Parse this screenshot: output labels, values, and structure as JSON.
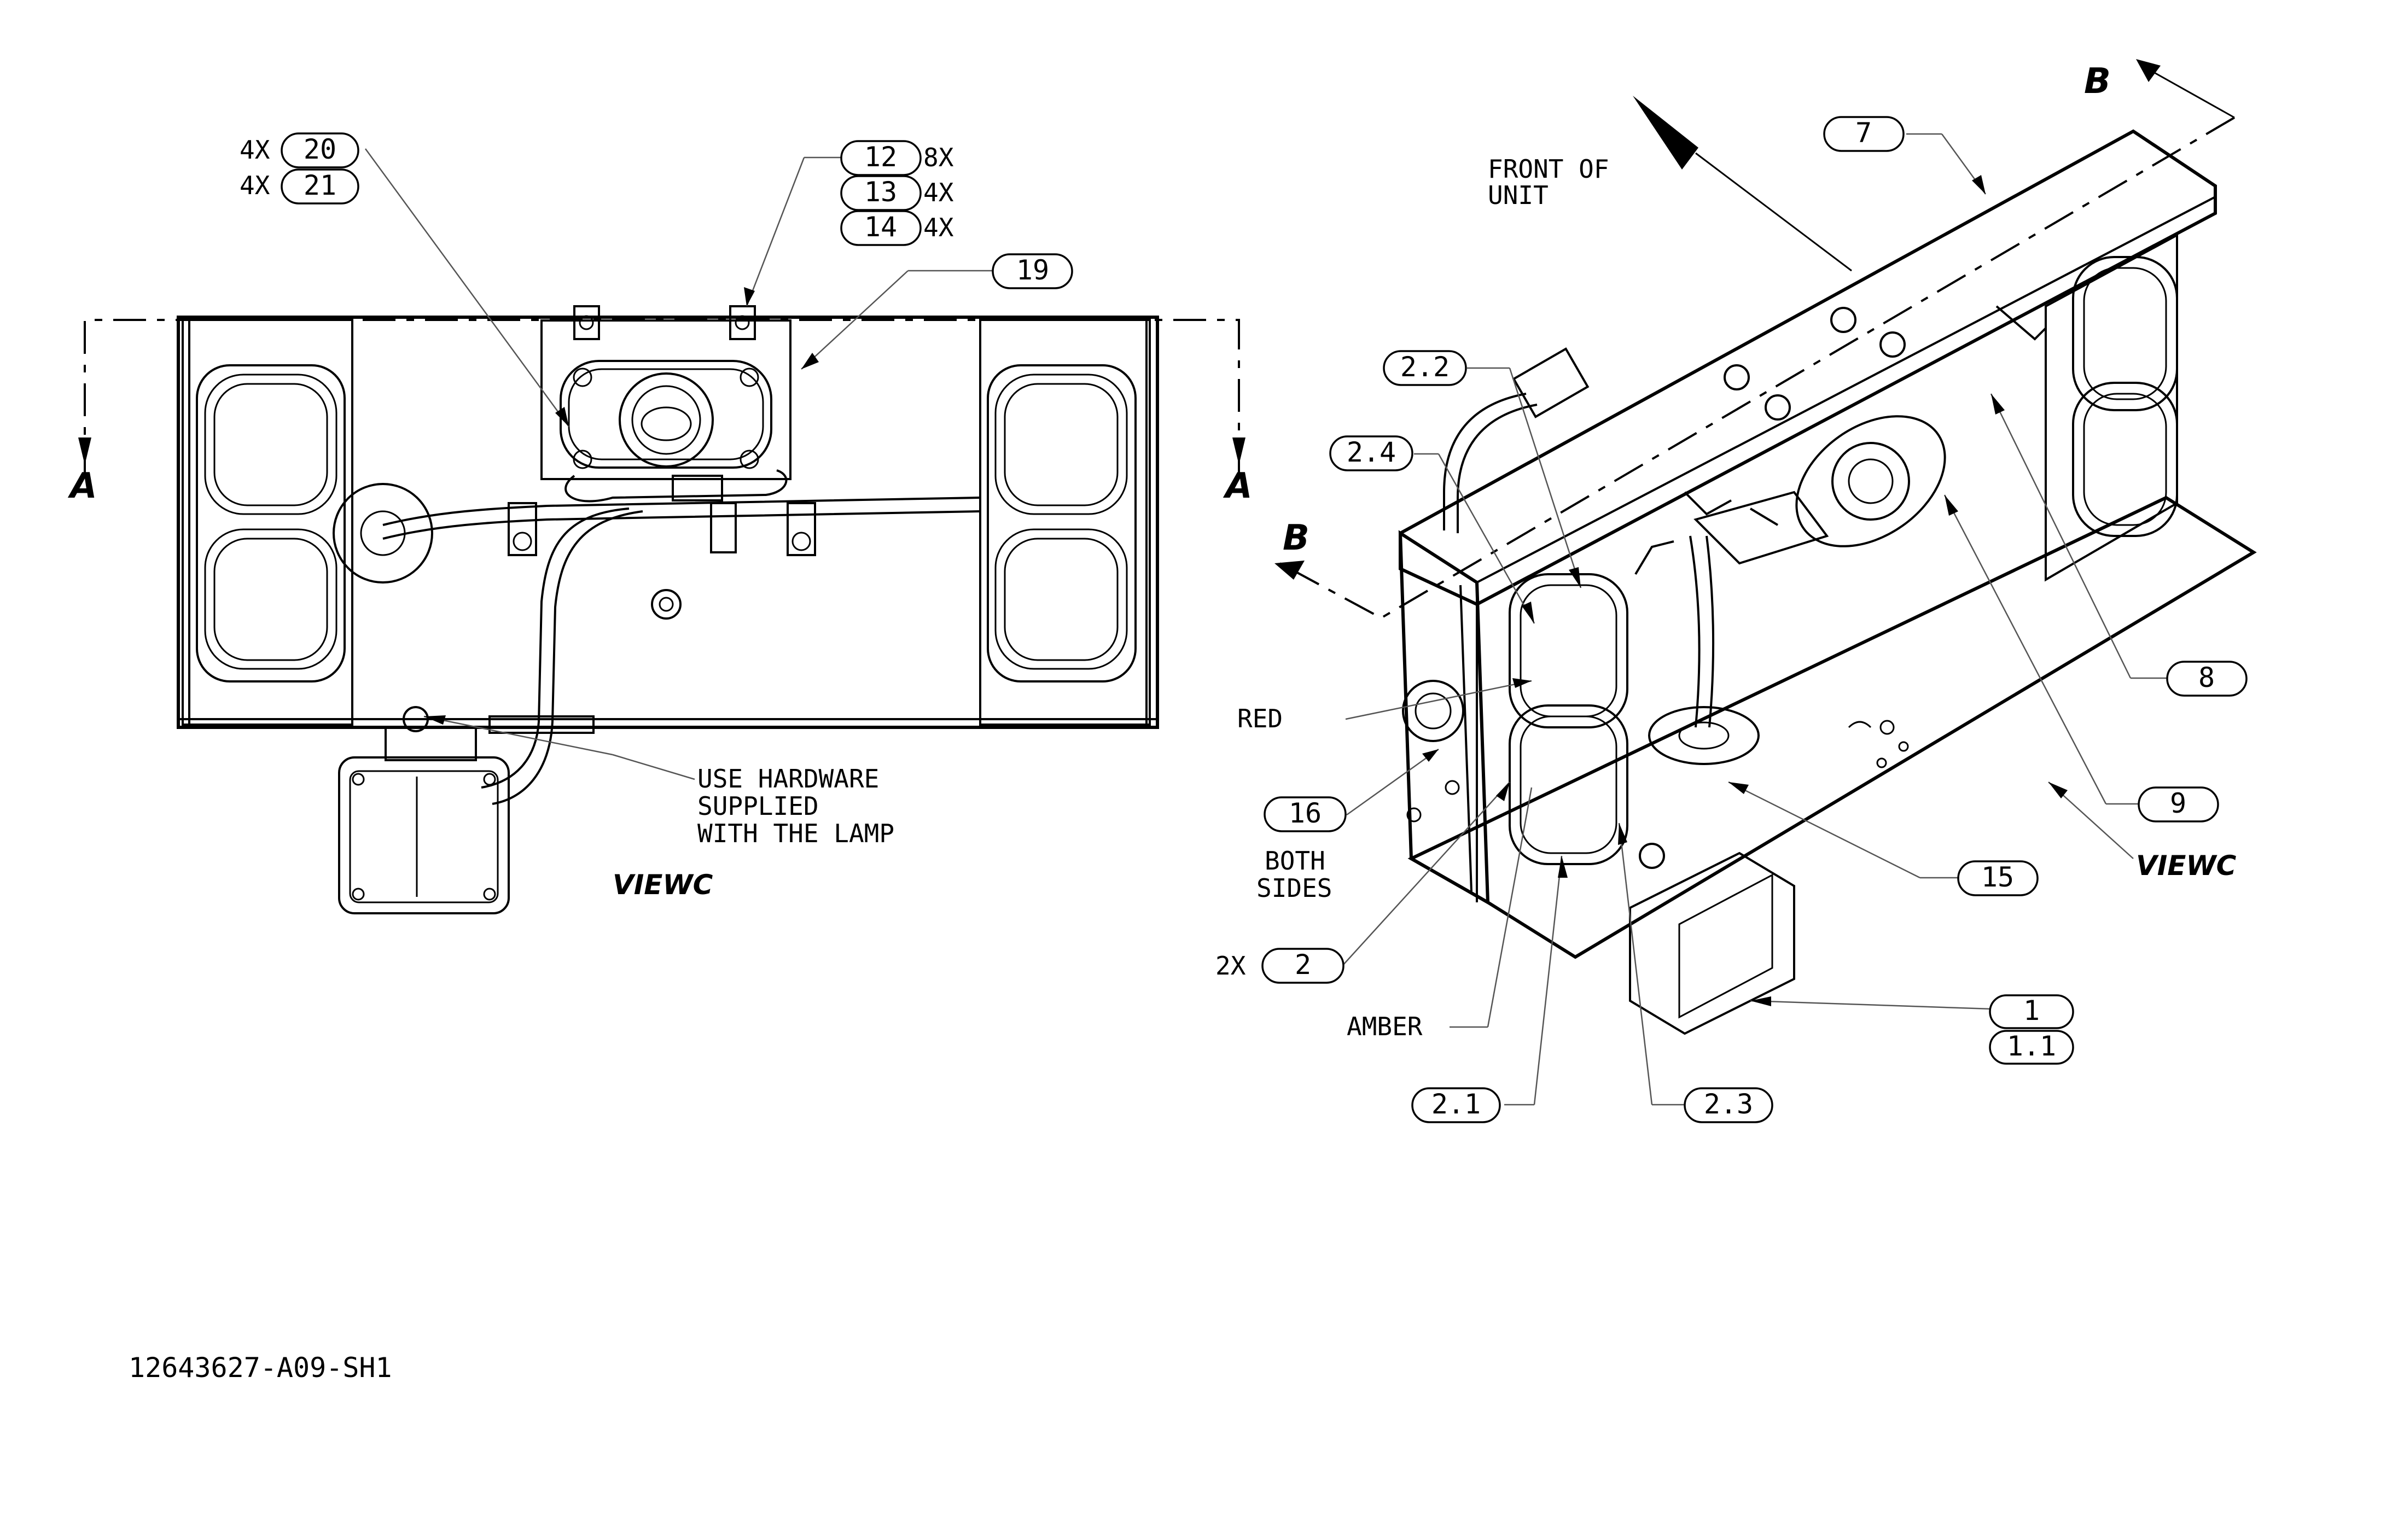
{
  "drawing_number": "12643627-A09-SH1",
  "section_markers": {
    "a_left": "A",
    "a_right": "A",
    "b_top": "B",
    "b_left": "B"
  },
  "left_view": {
    "balloon_20": {
      "qty": "4X",
      "num": "20"
    },
    "balloon_21": {
      "qty": "4X",
      "num": "21"
    },
    "balloon_12": {
      "num": "12",
      "qty": "8X"
    },
    "balloon_13": {
      "num": "13",
      "qty": "4X"
    },
    "balloon_14": {
      "num": "14",
      "qty": "4X"
    },
    "balloon_19": {
      "num": "19"
    },
    "note_line1": "USE HARDWARE",
    "note_line2": "SUPPLIED",
    "note_line3": "WITH THE LAMP",
    "view_label": "VIEWC"
  },
  "right_view": {
    "front_line1": "FRONT OF",
    "front_line2": "UNIT",
    "balloon_7": "7",
    "balloon_2_2": "2.2",
    "balloon_2_4": "2.4",
    "balloon_8": "8",
    "balloon_9": "9",
    "balloon_15": "15",
    "balloon_16": "16",
    "balloon_1": "1",
    "balloon_1_1": "1.1",
    "balloon_2": {
      "qty": "2X",
      "num": "2"
    },
    "balloon_2_1": "2.1",
    "balloon_2_3": "2.3",
    "red_label": "RED",
    "amber_label": "AMBER",
    "both_line1": "BOTH",
    "both_line2": "SIDES",
    "view_label": "VIEWC"
  }
}
